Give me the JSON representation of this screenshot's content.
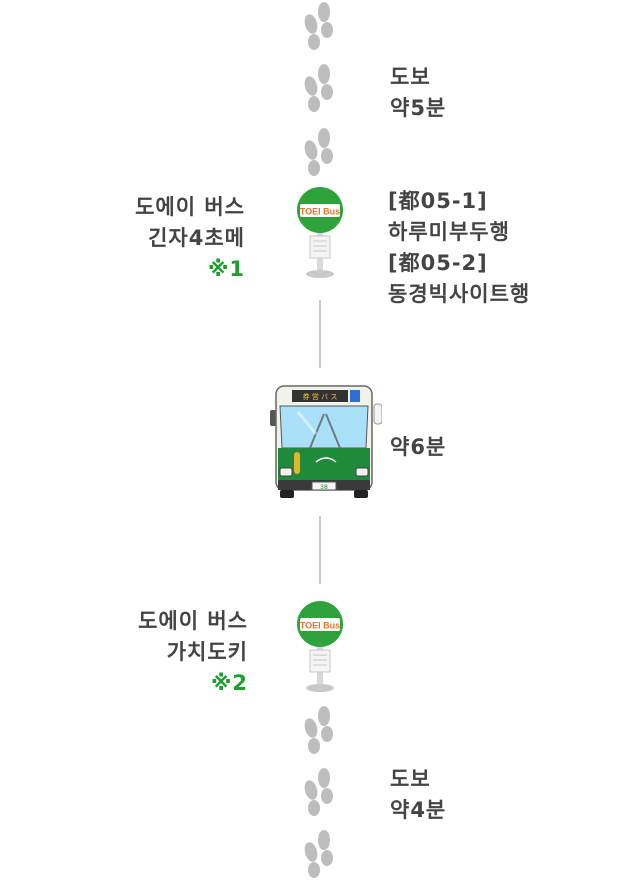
{
  "walk_top": {
    "line1": "도보",
    "line2": "약5분"
  },
  "stop1": {
    "name_line1": "도에이 버스",
    "name_line2": "긴자4초메",
    "note": "※1",
    "sign_text": "TOEI Bus",
    "routes": [
      {
        "code": "[都05-1]",
        "dest": "하루미부두행"
      },
      {
        "code": "[都05-2]",
        "dest": "동경빅사이트행"
      }
    ]
  },
  "bus": {
    "ride_time": "약6분",
    "destination_sign": "券 営 バ ス",
    "plate": "38"
  },
  "stop2": {
    "name_line1": "도에이 버스",
    "name_line2": "가치도키",
    "note": "※2",
    "sign_text": "TOEI Bus"
  },
  "walk_bottom": {
    "line1": "도보",
    "line2": "약4분"
  },
  "icons": {
    "footprints": "footprints-icon",
    "bus_stop": "bus-stop-icon",
    "bus": "bus-icon"
  },
  "colors": {
    "text": "#444444",
    "note": "#1f9e2e",
    "stop_green": "#2ea33b",
    "sign_text": "#e8732a",
    "bus_green": "#1e8a3a",
    "line": "#c9c9c9"
  }
}
